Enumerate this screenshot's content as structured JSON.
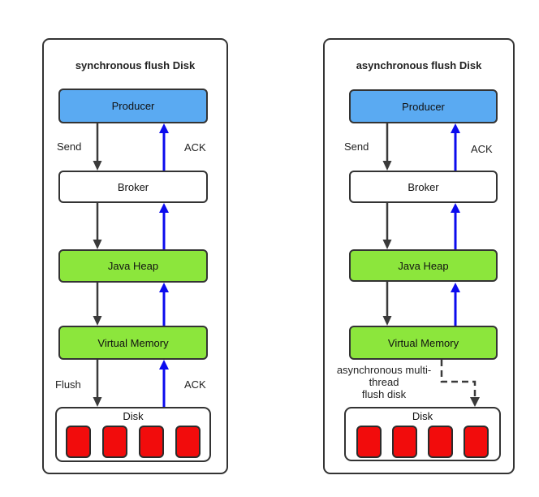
{
  "colors": {
    "producer_fill": "#5aaaf2",
    "memory_fill": "#8ce63c",
    "disk_block_fill": "#f20c0c",
    "box_border": "#333333",
    "arrow_black": "#3a3a3a",
    "arrow_blue": "#0b0bee"
  },
  "left_diagram": {
    "title": "synchronous flush Disk",
    "nodes": {
      "producer": "Producer",
      "broker": "Broker",
      "java_heap": "Java Heap",
      "virtual_memory": "Virtual Memory",
      "disk": "Disk"
    },
    "labels": {
      "send": "Send",
      "ack_top": "ACK",
      "flush": "Flush",
      "ack_bottom": "ACK"
    }
  },
  "right_diagram": {
    "title": "asynchronous flush Disk",
    "nodes": {
      "producer": "Producer",
      "broker": "Broker",
      "java_heap": "Java Heap",
      "virtual_memory": "Virtual Memory",
      "disk": "Disk"
    },
    "labels": {
      "send": "Send",
      "ack_top": "ACK",
      "async_note": "asynchronous multi-\nthread\nflush disk"
    }
  }
}
